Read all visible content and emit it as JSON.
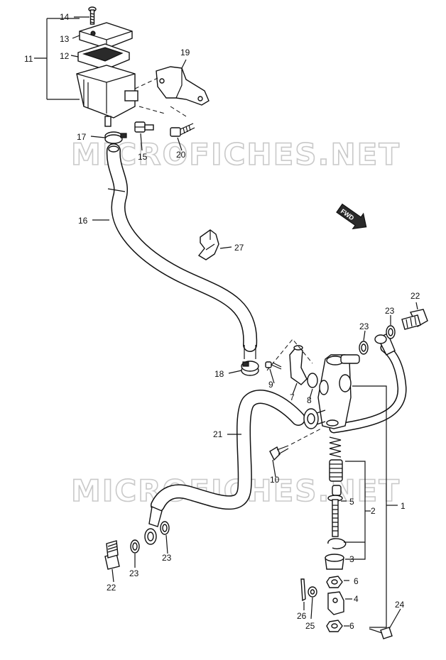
{
  "watermark": {
    "top_text": "MICROFICHES.NET",
    "bottom_text": "MICROFICHES.NET"
  },
  "fwd_badge": "FWD",
  "labels": {
    "l1": "1",
    "l2": "2",
    "l3": "3",
    "l4": "4",
    "l5": "5",
    "l6a": "6",
    "l6b": "6",
    "l7": "7",
    "l8": "8",
    "l9": "9",
    "l10": "10",
    "l11": "11",
    "l12": "12",
    "l13": "13",
    "l14": "14",
    "l15": "15",
    "l16": "16",
    "l17": "17",
    "l18": "18",
    "l19": "19",
    "l20": "20",
    "l21": "21",
    "l22a": "22",
    "l22b": "22",
    "l23a": "23",
    "l23b": "23",
    "l23c": "23",
    "l23d": "23",
    "l24": "24",
    "l25": "25",
    "l26": "26",
    "l27": "27"
  }
}
